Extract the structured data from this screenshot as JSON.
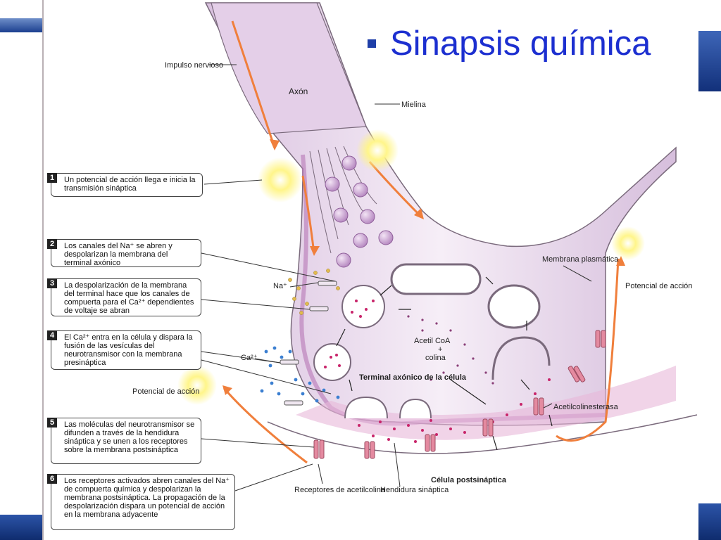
{
  "slide": {
    "title": "Sinapsis química"
  },
  "labels": {
    "impulso": "Impulso nervioso",
    "axon": "Axón",
    "mielina": "Mielina",
    "na": "Na⁺",
    "ca": "Ca²⁺",
    "potencial_left": "Potencial de acción",
    "potencial_right": "Potencial de acción",
    "membrana": "Membrana plasmática",
    "acetil_coa": "Acetil CoA",
    "plus": "+",
    "colina": "colina",
    "terminal": "Terminal axónico de la célula",
    "acetilcolinesterasa": "Acetilcolinesterasa",
    "celula_post": "Célula postsináptica",
    "receptores": "Receptores de acetilcolina",
    "hendidura": "Hendidura sináptica"
  },
  "steps": [
    {
      "num": "1",
      "text": "Un potencial de acción llega e inicia la transmisión sináptica"
    },
    {
      "num": "2",
      "text": "Los canales del Na⁺ se abren y despolarizan la membrana del terminal axónico"
    },
    {
      "num": "3",
      "text": "La despolarización de la membrana del terminal hace que los canales de compuerta para el Ca²⁺ dependientes de voltaje se abran"
    },
    {
      "num": "4",
      "text": "El Ca²⁺ entra en la célula y dispara la fusión de las vesículas del neurotransmisor con la membrana presináptica"
    },
    {
      "num": "5",
      "text": "Las moléculas del neurotransmisor se difunden a través de la hendidura sináptica y se unen a los receptores sobre la membrana postsináptica"
    },
    {
      "num": "6",
      "text": "Los receptores activados abren canales del Na⁺ de compuerta química y despolarizan la membrana postsináptica. La propagación de la despolarización dispara un potencial de acción en la membrana adyacente"
    }
  ],
  "colors": {
    "title": "#1c2fd0",
    "axon_fill": "#ead8ee",
    "membrane": "#b26db0",
    "arrow": "#f07f3c",
    "flash": "#fff36a",
    "receptor": "#e48aa0",
    "vesicle": "#c79ad0",
    "ca_dot": "#3b7fd1",
    "na_dot": "#e2bb4e",
    "nt_dot": "#c8246a"
  }
}
